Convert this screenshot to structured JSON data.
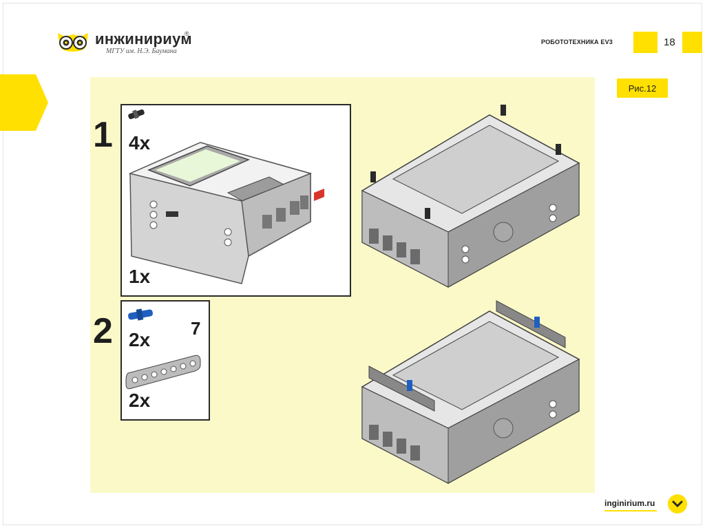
{
  "header": {
    "logo_name": "инжинириум",
    "logo_registered": "®",
    "logo_subtitle": "МГТУ им. Н.Э. Баумана",
    "course_title": "РОБОТОТЕХНИКА EV3",
    "page_number": "18"
  },
  "figure": {
    "label": "Рис.12",
    "steps": [
      {
        "number": "1",
        "quantities": [
          "4x",
          "1x"
        ]
      },
      {
        "number": "2",
        "quantities": [
          "2x",
          "2x"
        ],
        "beam_length": "7"
      }
    ]
  },
  "footer": {
    "site": "inginirium.ru"
  },
  "colors": {
    "accent_yellow": "#ffe000",
    "panel_background": "#fbf9c8",
    "brick_grey": "#b9b9b9",
    "brick_dark": "#6b6b6b",
    "pin_blue": "#1f5fbf"
  },
  "icons": {
    "logo": "owl-eyes-logo-icon",
    "side_tab": "arrow-tab-icon",
    "footer_button": "chevron-down-icon"
  }
}
